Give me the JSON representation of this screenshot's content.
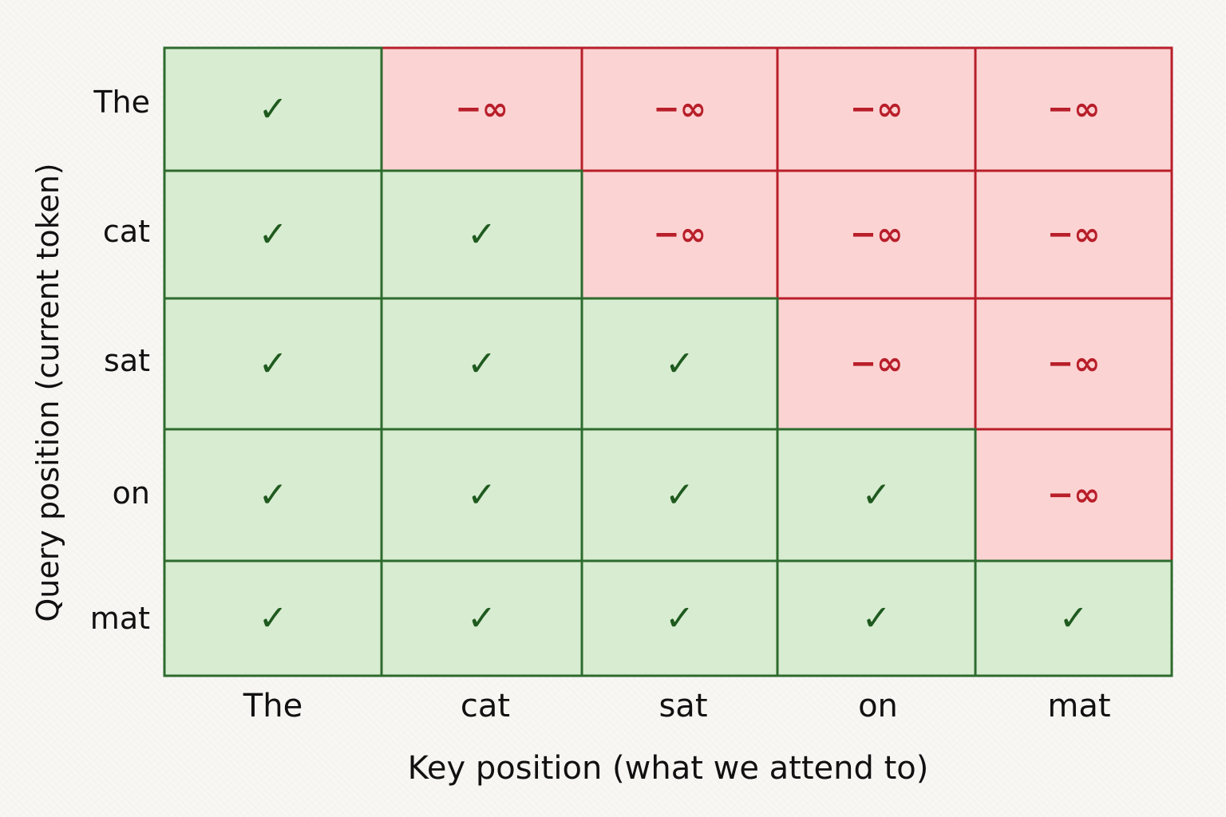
{
  "matrix": {
    "rows": [
      "The",
      "cat",
      "sat",
      "on",
      "mat"
    ],
    "cols": [
      "The",
      "cat",
      "sat",
      "on",
      "mat"
    ],
    "allowed_symbol": "✓",
    "masked_symbol": "−∞",
    "allowed_color": "#d7ecd0",
    "allowed_border": "#2e6b2e",
    "allowed_text": "#1f5a1f",
    "masked_color": "#fcd3d3",
    "masked_border": "#b81f2a",
    "masked_text": "#b81f2a",
    "cells": [
      [
        "allowed",
        "masked",
        "masked",
        "masked",
        "masked"
      ],
      [
        "allowed",
        "allowed",
        "masked",
        "masked",
        "masked"
      ],
      [
        "allowed",
        "allowed",
        "allowed",
        "masked",
        "masked"
      ],
      [
        "allowed",
        "allowed",
        "allowed",
        "allowed",
        "masked"
      ],
      [
        "allowed",
        "allowed",
        "allowed",
        "allowed",
        "allowed"
      ]
    ]
  },
  "axes": {
    "x_title": "Key position (what we attend to)",
    "y_title": "Query position (current token)"
  }
}
